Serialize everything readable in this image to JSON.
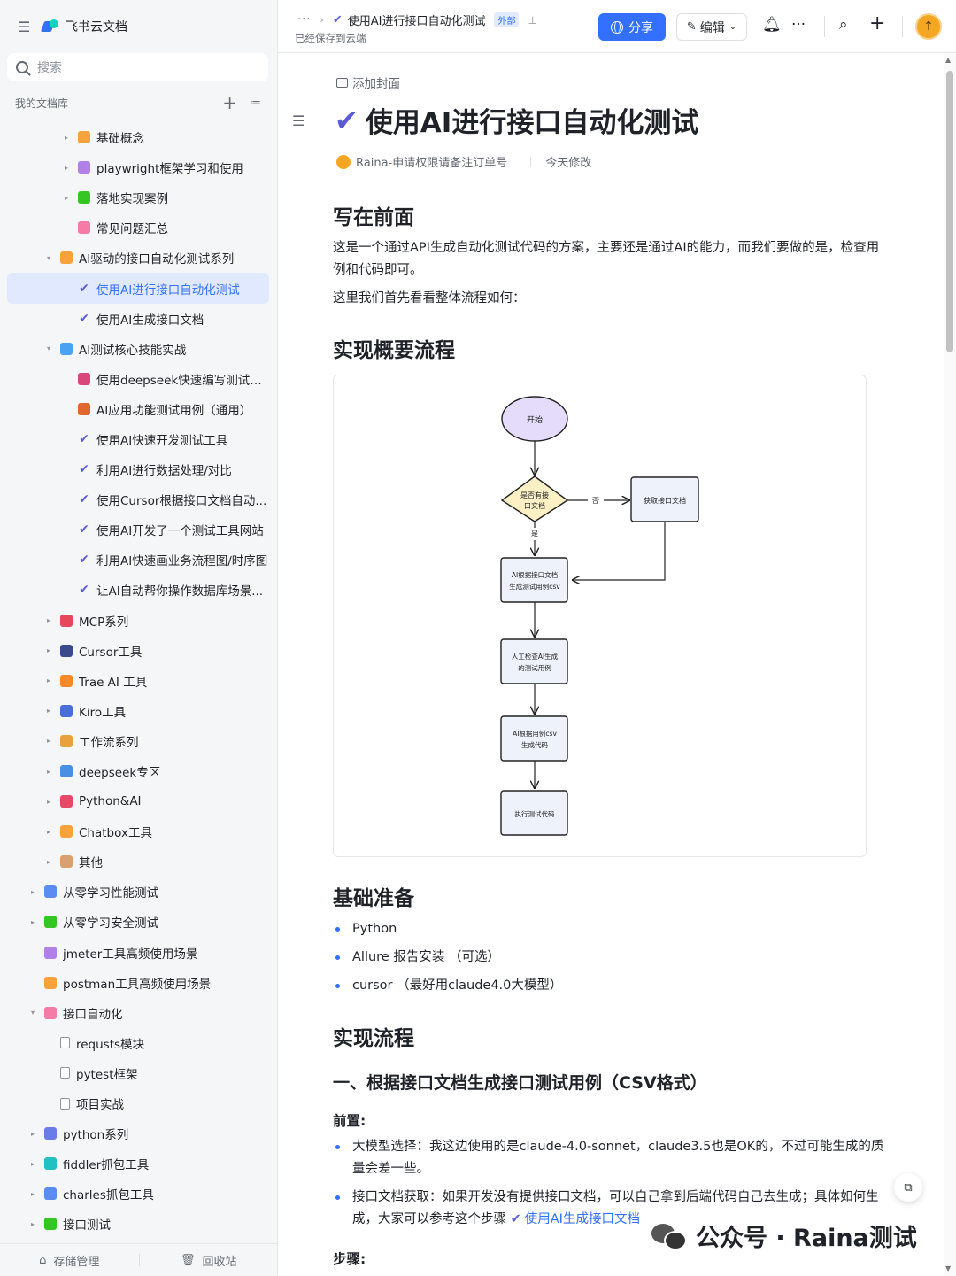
{
  "sidebar": {
    "brand": "飞书云文档",
    "search_placeholder": "搜索",
    "library_label": "我的文档库",
    "items": [
      {
        "label": "基础概念",
        "level": 3,
        "arrow": "▸",
        "icon": "folder-orange-icon",
        "color": "#f7a23b"
      },
      {
        "label": "playwright框架学习和使用",
        "level": 3,
        "arrow": "▸",
        "icon": "folder-purple-icon",
        "color": "#b07fe8"
      },
      {
        "label": "落地实现案例",
        "level": 3,
        "arrow": "▸",
        "icon": "folder-green-icon",
        "color": "#34c724"
      },
      {
        "label": "常见问题汇总",
        "level": 3,
        "arrow": "",
        "icon": "folder-pink-icon",
        "color": "#f57aa5"
      },
      {
        "label": "AI驱动的接口自动化测试系列",
        "level": 2,
        "arrow": "▾",
        "icon": "folder-orange-icon",
        "color": "#f7a23b"
      },
      {
        "label": "使用AI进行接口自动化测试",
        "level": 3,
        "arrow": "",
        "icon": "check-icon",
        "color": "",
        "active": true
      },
      {
        "label": "使用AI生成接口文档",
        "level": 3,
        "arrow": "",
        "icon": "check-icon",
        "color": ""
      },
      {
        "label": "AI测试核心技能实战",
        "level": 2,
        "arrow": "▾",
        "icon": "books-icon",
        "color": "#4aa3f0"
      },
      {
        "label": "使用deepseek快速编写测试脚本",
        "level": 3,
        "arrow": "",
        "icon": "brain-icon",
        "color": "#d9477c"
      },
      {
        "label": "AI应用功能测试用例（通用）",
        "level": 3,
        "arrow": "",
        "icon": "volcano-icon",
        "color": "#e0672f"
      },
      {
        "label": "使用AI快速开发测试工具",
        "level": 3,
        "arrow": "",
        "icon": "check-icon",
        "color": ""
      },
      {
        "label": "利用AI进行数据处理/对比",
        "level": 3,
        "arrow": "",
        "icon": "check-icon",
        "color": ""
      },
      {
        "label": "使用Cursor根据接口文档自动...",
        "level": 3,
        "arrow": "",
        "icon": "check-icon",
        "color": ""
      },
      {
        "label": "使用AI开发了一个测试工具网站",
        "level": 3,
        "arrow": "",
        "icon": "check-icon",
        "color": ""
      },
      {
        "label": "利用AI快速画业务流程图/时序图",
        "level": 3,
        "arrow": "",
        "icon": "check-icon",
        "color": ""
      },
      {
        "label": "让AI自动帮你操作数据库场景...",
        "level": 3,
        "arrow": "",
        "icon": "check-icon",
        "color": ""
      },
      {
        "label": "MCP系列",
        "level": 2,
        "arrow": "▸",
        "icon": "flag-icon",
        "color": "#e5475d"
      },
      {
        "label": "Cursor工具",
        "level": 2,
        "arrow": "▸",
        "icon": "joystick-icon",
        "color": "#3b4a8a"
      },
      {
        "label": "Trae AI 工具",
        "level": 2,
        "arrow": "▸",
        "icon": "sun-icon",
        "color": "#f58a2b"
      },
      {
        "label": "Kiro工具",
        "level": 2,
        "arrow": "▸",
        "icon": "tv-icon",
        "color": "#4a6ed8"
      },
      {
        "label": "工作流系列",
        "level": 2,
        "arrow": "▸",
        "icon": "chart-icon",
        "color": "#e8a23b"
      },
      {
        "label": "deepseek专区",
        "level": 2,
        "arrow": "▸",
        "icon": "whale-icon",
        "color": "#4a90e2"
      },
      {
        "label": "Python&AI",
        "level": 2,
        "arrow": "▸",
        "icon": "toolbox-icon",
        "color": "#e54966"
      },
      {
        "label": "Chatbox工具",
        "level": 2,
        "arrow": "▸",
        "icon": "folder-orange-icon",
        "color": "#f7a23b"
      },
      {
        "label": "其他",
        "level": 2,
        "arrow": "▸",
        "icon": "clock-icon",
        "color": "#d9a070"
      },
      {
        "label": "从零学习性能测试",
        "level": 1,
        "arrow": "▸",
        "icon": "folder-blue-icon",
        "color": "#5a8cf2"
      },
      {
        "label": "从零学习安全测试",
        "level": 1,
        "arrow": "▸",
        "icon": "folder-green-icon",
        "color": "#34c724"
      },
      {
        "label": "jmeter工具高频使用场景",
        "level": 1,
        "arrow": "",
        "icon": "folder-purple-icon",
        "color": "#b07fe8"
      },
      {
        "label": "postman工具高频使用场景",
        "level": 1,
        "arrow": "",
        "icon": "folder-orange-icon",
        "color": "#f7a23b"
      },
      {
        "label": "接口自动化",
        "level": 1,
        "arrow": "▾",
        "icon": "folder-pink-icon",
        "color": "#f57aa5"
      },
      {
        "label": "requsts模块",
        "level": 2,
        "arrow": "",
        "icon": "doc-icon",
        "color": ""
      },
      {
        "label": "pytest框架",
        "level": 2,
        "arrow": "",
        "icon": "doc-icon",
        "color": ""
      },
      {
        "label": "项目实战",
        "level": 2,
        "arrow": "",
        "icon": "doc-icon",
        "color": ""
      },
      {
        "label": "python系列",
        "level": 1,
        "arrow": "▸",
        "icon": "ball-icon",
        "color": "#6b7be8"
      },
      {
        "label": "fiddler抓包工具",
        "level": 1,
        "arrow": "▸",
        "icon": "folder-teal-icon",
        "color": "#1fc1c3"
      },
      {
        "label": "charles抓包工具",
        "level": 1,
        "arrow": "▸",
        "icon": "folder-blue-icon",
        "color": "#5a8cf2"
      },
      {
        "label": "接口测试",
        "level": 1,
        "arrow": "▸",
        "icon": "folder-green-icon",
        "color": "#34c724"
      }
    ],
    "footer": {
      "storage": "存储管理",
      "trash": "回收站"
    }
  },
  "topbar": {
    "more": "···",
    "doc_title": "使用AI进行接口自动化测试",
    "external_badge": "外部",
    "saved_status": "已经保存到云端",
    "share_label": "分享",
    "edit_label": "编辑"
  },
  "doc": {
    "add_cover": "添加封面",
    "title": "使用AI进行接口自动化测试",
    "author": "Raina-申请权限请备注订单号",
    "modified": "今天修改",
    "h_intro": "写在前面",
    "p_intro_1": "这是一个通过API生成自动化测试代码的方案，主要还是通过AI的能力，而我们要做的是，检查用例和代码即可。",
    "p_intro_2": "这里我们首先看看整体流程如何：",
    "h_overview": "实现概要流程",
    "flow": {
      "start": "开始",
      "decision_l1": "是否有接",
      "decision_l2": "口文档",
      "no_label": "否",
      "yes_label": "是",
      "get_doc": "获取接口文档",
      "gen_csv_l1": "AI根据接口文档",
      "gen_csv_l2": "生成测试用例csv",
      "review_l1": "人工检查AI生成",
      "review_l2": "的测试用例",
      "gen_code_l1": "AI根据用例csv",
      "gen_code_l2": "生成代码",
      "run": "执行测试代码"
    },
    "h_prep": "基础准备",
    "prep_items": [
      {
        "text": "Python",
        "note": ""
      },
      {
        "text": "Allure 报告安装",
        "note": "（可选）"
      },
      {
        "text": "cursor",
        "note": "（最好用claude4.0大模型）"
      }
    ],
    "h_impl": "实现流程",
    "h3_step1": "一、根据接口文档生成接口测试用例（CSV格式）",
    "h4_pre": "前置:",
    "pre_items": [
      {
        "text": "大模型选择：我这边使用的是claude-4.0-sonnet，claude3.5也是OK的，不过可能生成的质量会差一些。"
      },
      {
        "text": "接口文档获取：如果开发没有提供接口文档，可以自己拿到后端代码自己去生成；具体如何生成，大家可以参考这个步骤",
        "link": "使用AI生成接口文档"
      }
    ],
    "h4_steps": "步骤:"
  },
  "watermark": "公众号 · Raina测试"
}
